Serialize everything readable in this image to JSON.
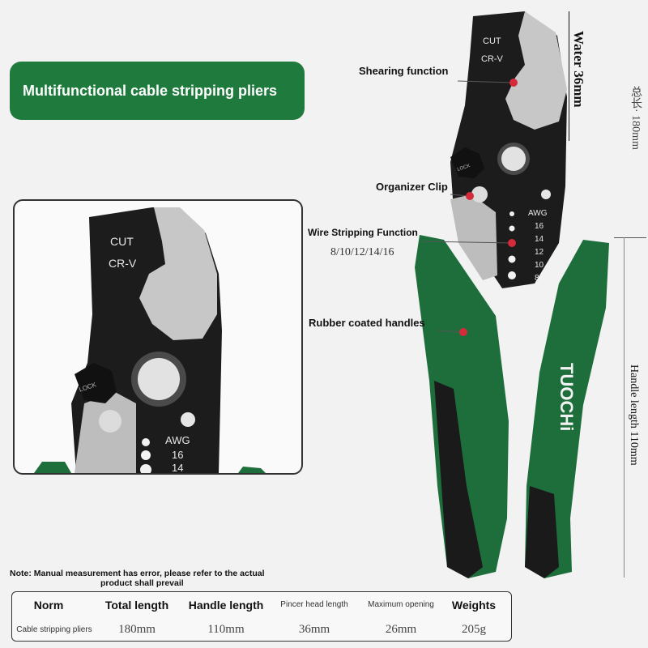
{
  "title": "Multifunctional cable stripping pliers",
  "blade_marks": {
    "cut": "CUT",
    "material": "CR-V",
    "gauge_header": "AWG",
    "gauges": [
      "16",
      "14",
      "12",
      "10",
      "8"
    ],
    "lock": "LOCK",
    "brand": "TUOCHi"
  },
  "callouts": {
    "shearing": "Shearing function",
    "organizer": "Organizer Clip",
    "stripping": "Wire Stripping Function",
    "stripping_sizes": "8/10/12/14/16",
    "rubber": "Rubber coated handles"
  },
  "dimensions": {
    "head_label": "Water 36mm",
    "total_label": "总长· 180mm",
    "handle_label": "Handle length 110mm"
  },
  "note": {
    "line1": "Note: Manual measurement has error, please refer to the actual",
    "line2": "product shall prevail"
  },
  "spec_table": {
    "headers": [
      "Norm",
      "Total length",
      "Handle length",
      "Pincer head length",
      "Maximum opening",
      "Weights"
    ],
    "row": [
      "Cable stripping pliers",
      "180mm",
      "110mm",
      "36mm",
      "26mm",
      "205g"
    ]
  },
  "colors": {
    "brand_green": "#1f7a3e",
    "handle_green": "#1e6e3c",
    "blade_black": "#1c1c1c",
    "steel": "#c8c8c8",
    "marker_red": "#d42a3a"
  }
}
